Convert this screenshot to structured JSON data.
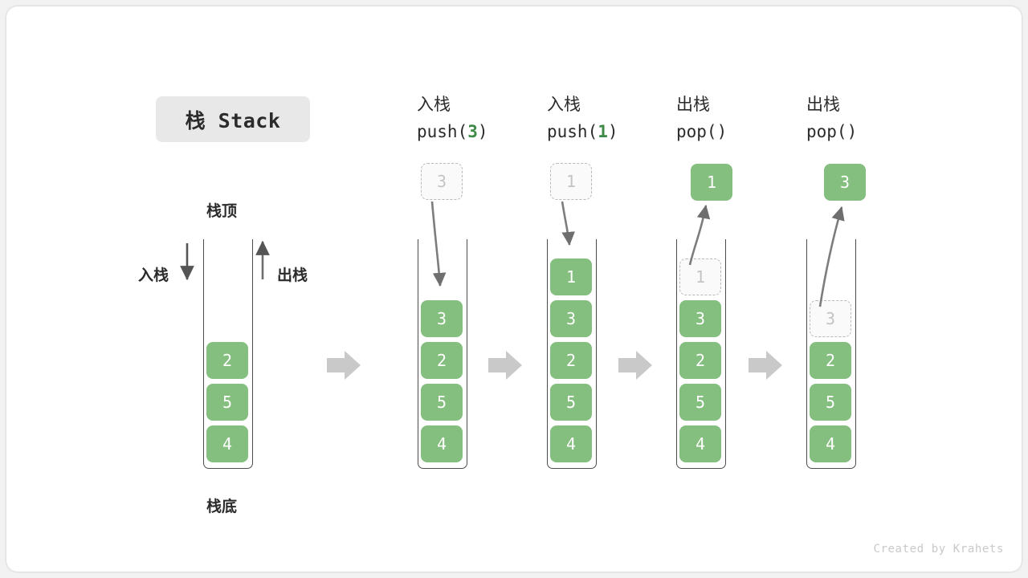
{
  "title_badge": {
    "label": "栈 Stack"
  },
  "left_stack": {
    "top_label": "栈顶",
    "bottom_label": "栈底",
    "push_label": "入栈",
    "pop_label": "出栈",
    "cells": [
      "2",
      "5",
      "4"
    ]
  },
  "steps": [
    {
      "op_cn": "入栈",
      "op_code_prefix": "push(",
      "op_code_arg": "3",
      "op_code_suffix": ")",
      "floating_value": "3",
      "floating_state": "ghost",
      "direction": "in",
      "cells": [
        "3",
        "2",
        "5",
        "4"
      ],
      "ghost_index": -1
    },
    {
      "op_cn": "入栈",
      "op_code_prefix": "push(",
      "op_code_arg": "1",
      "op_code_suffix": ")",
      "floating_value": "1",
      "floating_state": "ghost",
      "direction": "in",
      "cells": [
        "1",
        "3",
        "2",
        "5",
        "4"
      ],
      "ghost_index": -1
    },
    {
      "op_cn": "出栈",
      "op_code_prefix": "pop(",
      "op_code_arg": "",
      "op_code_suffix": ")",
      "floating_value": "1",
      "floating_state": "solid",
      "direction": "out",
      "cells": [
        "1",
        "3",
        "2",
        "5",
        "4"
      ],
      "ghost_index": 0
    },
    {
      "op_cn": "出栈",
      "op_code_prefix": "pop(",
      "op_code_arg": "",
      "op_code_suffix": ")",
      "floating_value": "3",
      "floating_state": "solid",
      "direction": "out",
      "cells": [
        "3",
        "2",
        "5",
        "4"
      ],
      "ghost_index": 0
    }
  ],
  "separator_arrows": [
    "flow-arrow",
    "flow-arrow",
    "flow-arrow",
    "flow-arrow"
  ],
  "watermark": "Created by Krahets",
  "colors": {
    "cell_green": "#85bf7f",
    "accent_green_text": "#3d8a46",
    "ghost_border": "#b9b9b9",
    "ghost_text": "#c4c4c4",
    "stroke_dark": "#4c4c4c",
    "arrow_gray": "#c9c9c9",
    "badge_bg": "#e8e8e8",
    "page_bg": "#f2f2f2",
    "card_bg": "#ffffff"
  }
}
